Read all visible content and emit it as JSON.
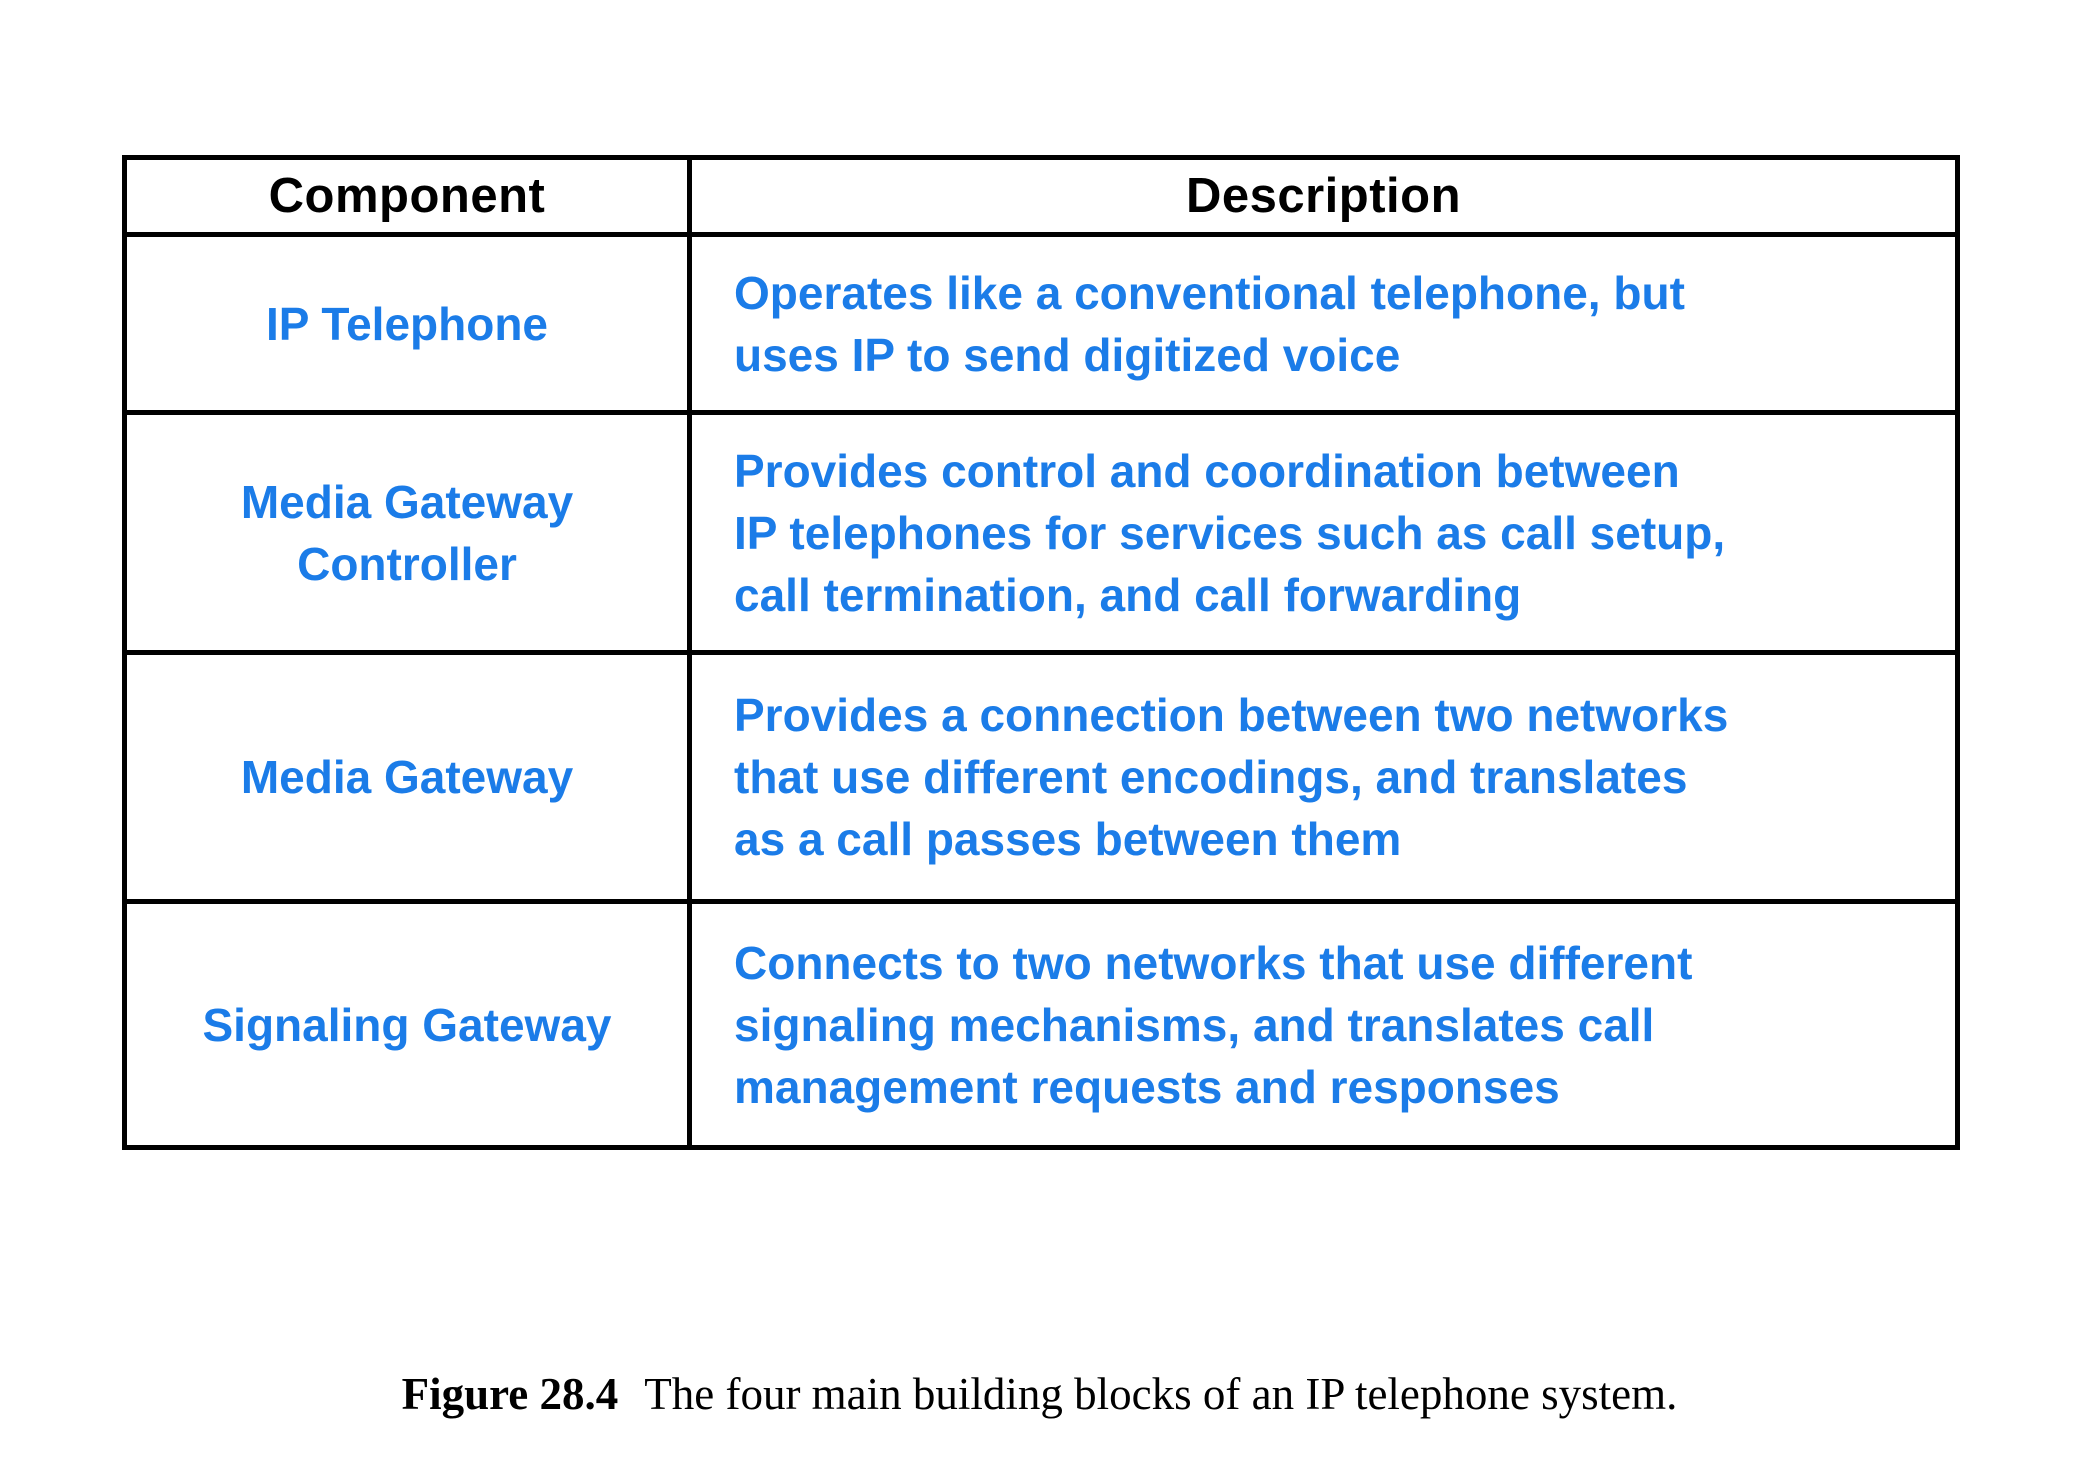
{
  "colors": {
    "accent_blue": "#1b7ce8",
    "border_black": "#000000",
    "background": "#ffffff"
  },
  "table": {
    "headers": {
      "component": "Component",
      "description": "Description"
    },
    "rows": [
      {
        "component": "IP Telephone",
        "description": "Operates like a conventional telephone, but\nuses IP to send digitized voice"
      },
      {
        "component": "Media Gateway\nController",
        "description": "Provides control and coordination between\nIP telephones for services such as call setup,\ncall termination, and call forwarding"
      },
      {
        "component": "Media Gateway",
        "description": "Provides a connection between two networks\nthat use different encodings, and translates\nas a call passes between them"
      },
      {
        "component": "Signaling Gateway",
        "description": "Connects to two networks that use different\nsignaling mechanisms, and translates call\nmanagement requests and responses"
      }
    ]
  },
  "caption": {
    "label": "Figure 28.4",
    "text": "The four main building blocks of an IP telephone system."
  }
}
